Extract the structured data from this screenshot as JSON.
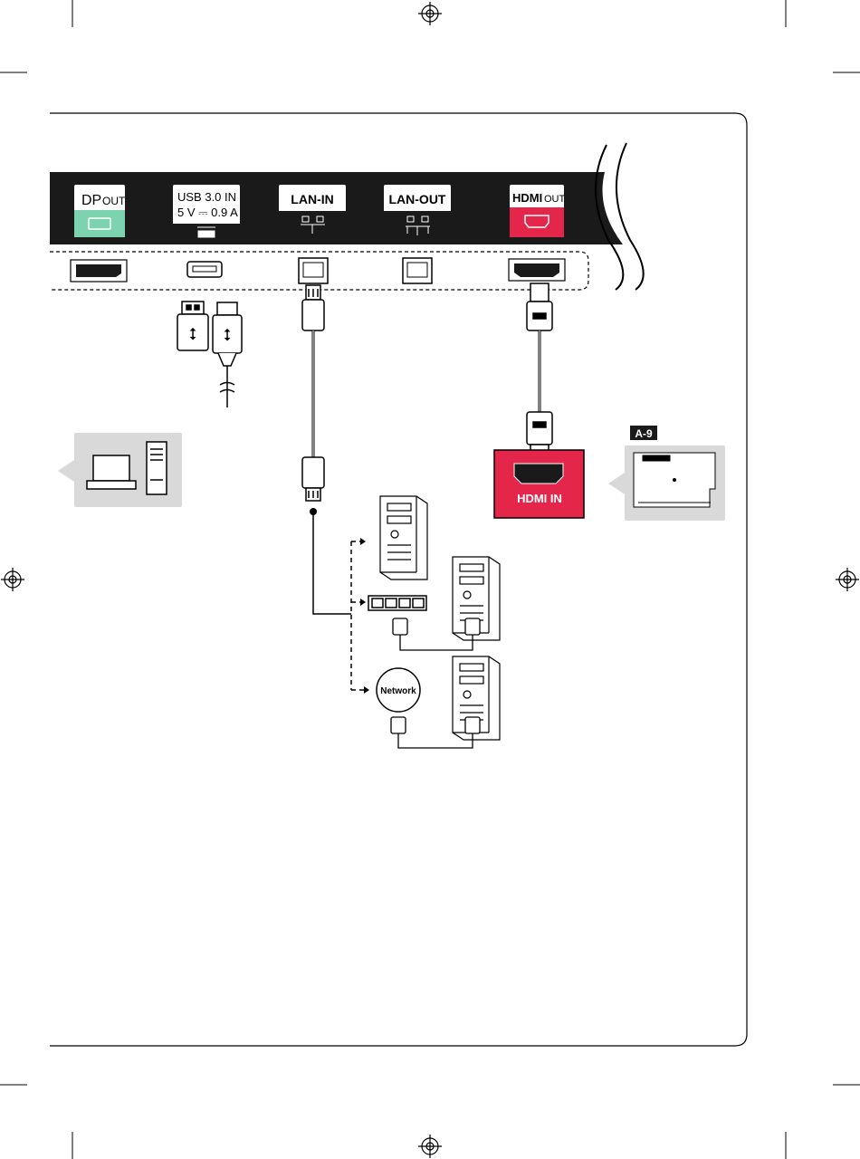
{
  "ports": {
    "dp_main": "DP",
    "dp_sub": "OUT",
    "usb_line1": "USB 3.0 IN",
    "usb_line2": "5 V ⎓ 0.9 A",
    "lan_in": "LAN-IN",
    "lan_out": "LAN-OUT",
    "hdmi_main": "HDMI",
    "hdmi_sub": "OUT"
  },
  "hdmi_in_label": "HDMI IN",
  "badge": "A-9",
  "network_label": "Network",
  "colors": {
    "panel_dark": "#1a1a1a",
    "dp_green": "#7dd3b0",
    "hdmi_red": "#e4264b",
    "callout_gray": "#d9d9d9"
  },
  "icons": [
    "laptop-icon",
    "desktop-tower-icon",
    "usb-plug-icon",
    "lan-plug-icon",
    "hdmi-plug-icon",
    "pc-tower-icon",
    "network-switch-icon",
    "circuit-board-icon",
    "registration-mark-icon"
  ]
}
